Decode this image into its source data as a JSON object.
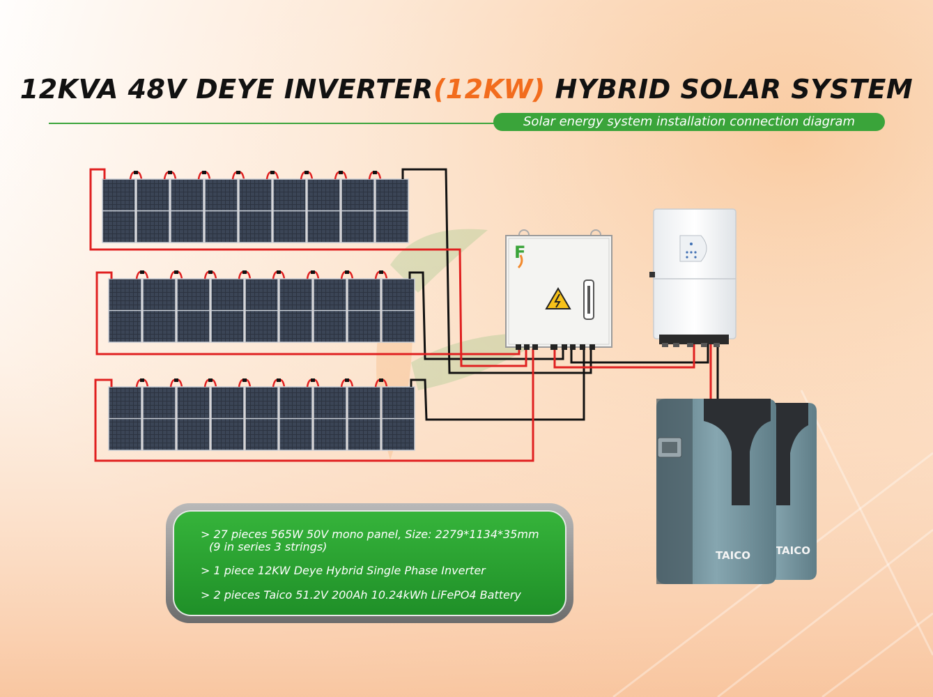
{
  "header": {
    "title_part1": "12KVA 48V DEYE INVERTER",
    "title_highlight": "(12KW)",
    "title_part2": " HYBRID SOLAR SYSTEM",
    "subtitle": "Solar energy system installation connection diagram"
  },
  "equipment": {
    "combiner_box_logo": "F",
    "battery_brand": "TAICO",
    "battery_count": 2,
    "panel_rows": 3,
    "panels_per_row": 9
  },
  "specs": [
    "> 27 pieces 565W 50V mono panel, Size: 2279*1134*35mm",
    "(9 in series 3 strings)",
    "> 1 piece 12KW Deye Hybrid Single Phase Inverter",
    "> 2 pieces Taico 51.2V 200Ah 10.24kWh LiFePO4 Battery"
  ],
  "colors": {
    "accent_green": "#3aa43a",
    "highlight_orange": "#f26c1d",
    "wire_positive": "#e02020",
    "wire_negative": "#111111",
    "battery_body": "#6f8f99"
  }
}
